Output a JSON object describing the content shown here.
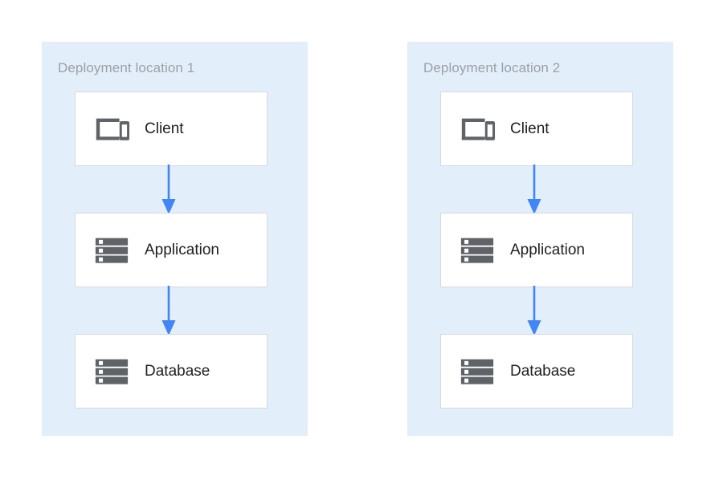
{
  "diagram": {
    "title_text": "",
    "background_color": "#ffffff",
    "panel_color": "#e3eefb",
    "arrow_color": "#4285f4",
    "card_background": "#ffffff",
    "card_border_color": "#d6d9dd",
    "icon_color": "#5f6368",
    "label_color": "#202124",
    "panel_title_color": "#9aa0a6",
    "panels": [
      {
        "title": "Deployment location 1",
        "nodes": [
          {
            "label": "Client",
            "icon": "client-devices-icon"
          },
          {
            "label": "Application",
            "icon": "server-stack-icon"
          },
          {
            "label": "Database",
            "icon": "server-stack-icon"
          }
        ],
        "arrows": [
          {
            "from": "Client",
            "to": "Application",
            "direction": "down"
          },
          {
            "from": "Application",
            "to": "Database",
            "direction": "down"
          }
        ]
      },
      {
        "title": "Deployment location 2",
        "nodes": [
          {
            "label": "Client",
            "icon": "client-devices-icon"
          },
          {
            "label": "Application",
            "icon": "server-stack-icon"
          },
          {
            "label": "Database",
            "icon": "server-stack-icon"
          }
        ],
        "arrows": [
          {
            "from": "Client",
            "to": "Application",
            "direction": "down"
          },
          {
            "from": "Application",
            "to": "Database",
            "direction": "down"
          }
        ]
      }
    ]
  }
}
